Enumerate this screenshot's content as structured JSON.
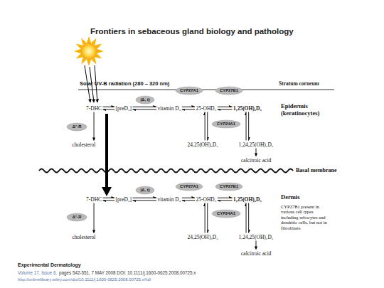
{
  "diagram": {
    "title": "Frontiers in sebaceous gland biology and pathology",
    "nodes": [
      {
        "text": [
          "(Δ, t)"
        ]
      },
      {
        "text": [
          "CYP27A1"
        ]
      },
      {
        "text": [
          "CYP27B1"
        ]
      },
      {
        "text": [
          "7-DHC"
        ]
      },
      {
        "text": [
          "[preD₃]"
        ]
      },
      {
        "text": [
          "vitamin D₃"
        ]
      },
      {
        "text": [
          "25-OHD₃"
        ]
      },
      {
        "text": [
          "1,25(OH)₂D₃"
        ]
      },
      {
        "text": [
          "CYP24A1"
        ]
      },
      {
        "text": [
          "Δ⁷-R"
        ]
      },
      {
        "text": [
          "cholesterol"
        ]
      },
      {
        "text": [
          "24,25(OH)₂D₃"
        ]
      },
      {
        "text": [
          "1,24,25(OH)₂D₃"
        ]
      },
      {
        "text": [
          "calcitroic acid"
        ]
      },
      {
        "text": [
          "(Δ, t)"
        ]
      },
      {
        "text": [
          "CYP27A1"
        ]
      },
      {
        "text": [
          "CYP27B1"
        ]
      },
      {
        "text": [
          "7-DHC"
        ]
      },
      {
        "text": [
          "[preD₃]"
        ]
      },
      {
        "text": [
          "vitamin D₃"
        ]
      },
      {
        "text": [
          "25-OHD₃"
        ]
      },
      {
        "text": [
          "1,25(OH)₂D₃"
        ]
      },
      {
        "text": [
          "CYP24A1"
        ]
      },
      {
        "text": [
          "Δ⁷-R"
        ]
      },
      {
        "text": [
          "cholesterol"
        ]
      },
      {
        "text": [
          "24,25(OH)₂D₃"
        ]
      },
      {
        "text": [
          "1,24,25(OH)₂D₃"
        ]
      },
      {
        "text": [
          "calcitroic acid"
        ]
      }
    ],
    "edges": [
      {
        "from": 3,
        "to": 4,
        "arrow": "both"
      },
      {
        "from": 4,
        "to": 5,
        "arrow": "both"
      },
      {
        "from": 5,
        "to": 6,
        "arrow": "both"
      },
      {
        "from": 6,
        "to": 7,
        "arrow": "both"
      },
      {
        "from": 3,
        "to": 10,
        "arrow": "to"
      },
      {
        "from": 6,
        "to": 11,
        "arrow": "both"
      },
      {
        "from": 7,
        "to": 12,
        "arrow": "both"
      },
      {
        "from": 12,
        "to": 13,
        "arrow": "to"
      },
      {
        "from": 17,
        "to": 18,
        "arrow": "both"
      },
      {
        "from": 18,
        "to": 19,
        "arrow": "both"
      },
      {
        "from": 19,
        "to": 20,
        "arrow": "both"
      },
      {
        "from": 20,
        "to": 21,
        "arrow": "both"
      },
      {
        "from": 17,
        "to": 24,
        "arrow": "to"
      },
      {
        "from": 20,
        "to": 25,
        "arrow": "both"
      },
      {
        "from": 21,
        "to": 26,
        "arrow": "both"
      },
      {
        "from": 26,
        "to": 27,
        "arrow": "to"
      }
    ],
    "labels": [
      "Solar UV-B radiation (280 – 320 nm)",
      "Stratum corneum",
      "Epidermis (keratinocytes)",
      "Basal membrane",
      "Dermis",
      "CYP27B1 present in various cell types including sebocytes and dendritic cells, but not in fibroblasts",
      "Experimental Dermatology",
      "Volume 17, Issue 6,",
      "pages 542-551, 7 MAY 2008 DOI: 10.1111/j.1600-0625.2008.00725.x",
      "http://onlinelibrary.wiley.com/doi/10.1111/j.1600-0625.2008.00725.x/full"
    ]
  }
}
